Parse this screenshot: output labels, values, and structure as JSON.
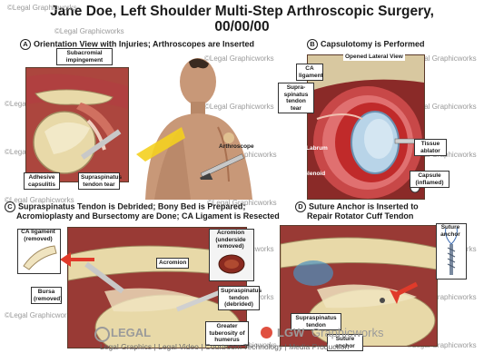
{
  "title": {
    "line1": "Jane Doe, Left Shoulder Multi-Step Arthroscopic Surgery,",
    "line2": "00/00/00"
  },
  "watermark": "©Legal Graphicworks",
  "sections": {
    "a": {
      "letter": "A",
      "title": "Orientation View with Injuries; Arthroscopes are Inserted"
    },
    "b": {
      "letter": "B",
      "title": "Capsulotomy is Performed",
      "subtitle": "Opened Lateral View"
    },
    "c": {
      "letter": "C",
      "line1": "Supraspinatus Tendon is Debrided; Bony Bed is Prepared;",
      "line2": "Acromioplasty and Bursectomy are Done; CA Ligament is Resected"
    },
    "d": {
      "letter": "D",
      "line1": "Suture Anchor is Inserted to",
      "line2": "Repair Rotator Cuff Tendon"
    }
  },
  "labels": {
    "subacromial": "Subacromial impingement",
    "adhesive": "Adhesive capsulitis",
    "supra_tear_a": "Supraspinatus tendon tear",
    "arthroscope": "Arthroscope",
    "ca_ligament": "CA ligament",
    "supra_tear_b": "Supra-spinatus tendon tear",
    "labrum": "Labrum",
    "glenoid": "Glenoid",
    "tissue_ablator": "Tissue ablator",
    "capsule": "Capsule (inflamed)",
    "ca_removed": "CA ligament (removed)",
    "acromion": "Acromion",
    "acromion_under": "Acromion (underside removed)",
    "bursa": "Bursa (removed)",
    "supra_debrided": "Supraspinatus tendon (debrided)",
    "greater_tub": "Greater tuberosity of humerus",
    "suture_anchor_top": "Suture anchor",
    "supra_tendon_d": "Supraspinatus tendon",
    "suture_anchor_d": "Suture anchor"
  },
  "footer": {
    "logo1": "LEGAL",
    "logo2": "LGW",
    "logo3": "Graphicworks",
    "line": "Legal Graphics | Legal Video | Courtroom Technology | Media Production"
  },
  "colors": {
    "tissue": "#c8504a",
    "bone": "#e8d9a8",
    "cartilage": "#b8d4e8",
    "skin": "#c89878"
  }
}
